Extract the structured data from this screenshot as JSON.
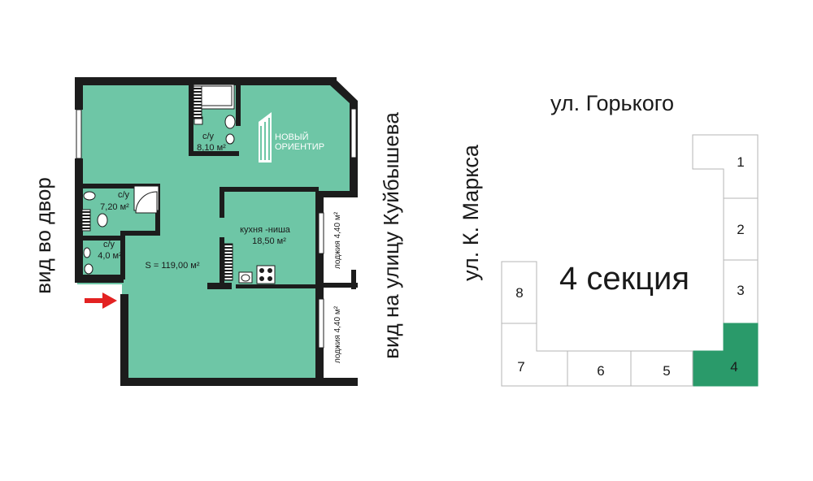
{
  "colors": {
    "room": "#6ec6a6",
    "wall": "#1c1c1c",
    "loggia": "#ffffff",
    "highlight": "#2a9a6a",
    "arrow": "#e32222",
    "brand": "#ffffff"
  },
  "brand": {
    "line1": "НОВЫЙ",
    "line2": "ОРИЕНТИР"
  },
  "views": {
    "courtyard": "вид во двор",
    "street": "вид на улицу Куйбышева"
  },
  "rooms": {
    "bath1": {
      "name": "с/у",
      "area": "8,10 м²"
    },
    "bath2": {
      "name": "с/у",
      "area": "7,20 м²"
    },
    "bath3": {
      "name": "с/у",
      "area": "4,0 м²"
    },
    "kitchen": {
      "name": "кухня -ниша",
      "area": "18,50 м²"
    },
    "total": "S = 119,00 м²",
    "loggia1": "лоджия 4,40 м²",
    "loggia2": "лоджия 4,40 м²"
  },
  "site": {
    "street_top": "ул. Горького",
    "street_left": "ул. К. Маркса",
    "section_label": "4 секция",
    "sections": [
      {
        "num": "1",
        "highlight": false
      },
      {
        "num": "2",
        "highlight": false
      },
      {
        "num": "3",
        "highlight": false
      },
      {
        "num": "4",
        "highlight": true
      },
      {
        "num": "5",
        "highlight": false
      },
      {
        "num": "6",
        "highlight": false
      },
      {
        "num": "7",
        "highlight": false
      },
      {
        "num": "8",
        "highlight": false
      }
    ]
  }
}
